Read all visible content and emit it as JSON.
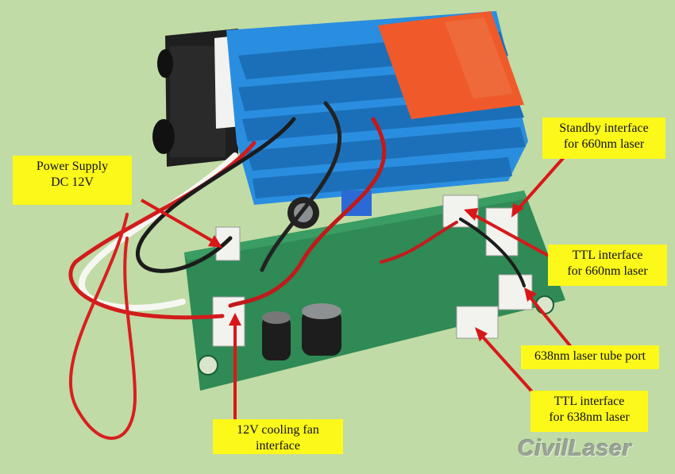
{
  "labels": {
    "power_supply": [
      "Power Supply",
      "DC 12V"
    ],
    "standby_interface": [
      "Standby interface",
      "for 660nm laser"
    ],
    "ttl_660": [
      "TTL interface",
      "for 660nm laser"
    ],
    "tube_port_638": [
      "638nm laser tube port"
    ],
    "ttl_638": [
      "TTL interface",
      "for 638nm laser"
    ],
    "fan_interface": [
      "12V cooling fan",
      "interface"
    ]
  },
  "watermark": "CivilLaser",
  "colors": {
    "background": "#bcd8a0",
    "label_fill": "#fcf81a",
    "arrow": "#d81818",
    "pcb": "#2f8a55",
    "heatsink": "#2a8ee0",
    "sticker": "#f05a2a"
  }
}
